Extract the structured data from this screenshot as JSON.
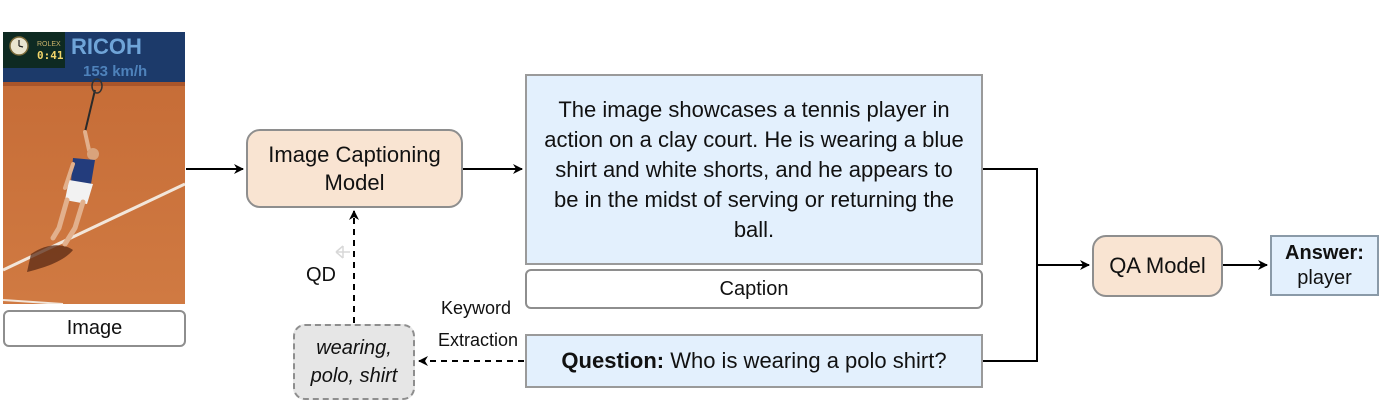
{
  "image_label": "Image",
  "photo": {
    "clock": "0:41",
    "watch_brand": "ROLEX",
    "sponsor": "RICOH",
    "speed": "153 km/h"
  },
  "captioning_model": {
    "line1": "Image Captioning",
    "line2": "Model"
  },
  "caption_text": "The image showcases a tennis player in action on a clay court. He is wearing a blue shirt and white shorts, and he appears to be in the midst of serving or returning the ball.",
  "caption_label": "Caption",
  "question": {
    "prefix": "Question:",
    "text": " Who is wearing a polo shirt?"
  },
  "keyword_extraction": {
    "line1": "Keyword",
    "line2": "Extraction"
  },
  "keywords": {
    "line1": "wearing,",
    "line2": "polo, shirt"
  },
  "qd_label": "QD",
  "qa_model": "QA Model",
  "answer": {
    "prefix": "Answer:",
    "value": "player"
  },
  "colors": {
    "model_fill": "#f9e4d2",
    "text_fill": "#e3f0fd",
    "keyword_fill": "#e6e6e6",
    "clay": "#c8703a"
  }
}
